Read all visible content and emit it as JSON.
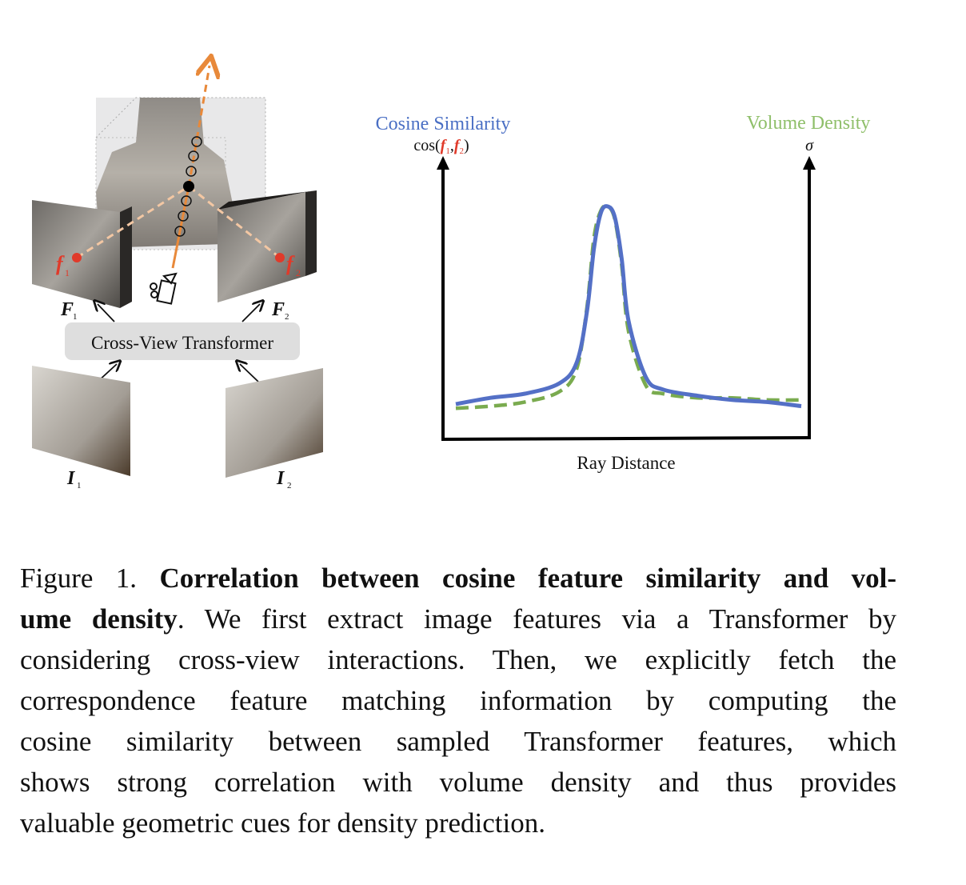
{
  "diagram": {
    "transformer_label": "Cross-View Transformer",
    "feature_map_1": "F",
    "feature_map_1_sub": "1",
    "feature_map_2": "F",
    "feature_map_2_sub": "2",
    "image_1": "I",
    "image_1_sub": "1",
    "image_2": "I",
    "image_2_sub": "2",
    "feature_1": "f",
    "feature_1_sub": "1",
    "feature_2": "f",
    "feature_2_sub": "2"
  },
  "chart_data": {
    "type": "line",
    "left_axis_title": "Cosine Similarity",
    "left_axis_formula_prefix": "cos(",
    "left_axis_formula_f1": "f",
    "left_axis_formula_sub1": "1",
    "left_axis_formula_comma": ",",
    "left_axis_formula_f2": "f",
    "left_axis_formula_sub2": "2",
    "left_axis_formula_suffix": ")",
    "right_axis_title": "Volume Density",
    "right_axis_symbol": "σ",
    "xlabel": "Ray Distance",
    "colors": {
      "cosine": "#5470c6",
      "density": "#7aab4f",
      "title_blue": "#4a6fc4",
      "title_green": "#8fbf6a",
      "accent_red": "#e03a2a",
      "ray_orange": "#e8893a"
    },
    "series": [
      {
        "name": "Cosine Similarity",
        "style": "solid",
        "x": [
          0,
          0.1,
          0.2,
          0.3,
          0.35,
          0.38,
          0.4,
          0.42,
          0.44,
          0.46,
          0.48,
          0.5,
          0.55,
          0.6,
          0.7,
          0.8,
          0.9,
          1.0
        ],
        "y": [
          0.05,
          0.08,
          0.1,
          0.15,
          0.25,
          0.5,
          0.8,
          0.97,
          1.0,
          0.95,
          0.75,
          0.45,
          0.18,
          0.12,
          0.09,
          0.07,
          0.06,
          0.04
        ]
      },
      {
        "name": "Volume Density",
        "style": "dashed",
        "x": [
          0,
          0.1,
          0.2,
          0.3,
          0.35,
          0.38,
          0.4,
          0.42,
          0.44,
          0.46,
          0.48,
          0.5,
          0.55,
          0.6,
          0.7,
          0.8,
          0.9,
          1.0
        ],
        "y": [
          0.03,
          0.04,
          0.06,
          0.11,
          0.22,
          0.52,
          0.85,
          0.98,
          1.0,
          0.94,
          0.72,
          0.4,
          0.14,
          0.1,
          0.08,
          0.08,
          0.07,
          0.07
        ]
      }
    ]
  },
  "caption": {
    "label": "Figure 1. ",
    "title_part1": "Correlation between cosine feature similarity and vol-",
    "title_part2": "ume density",
    "line2_rest": ". We first extract image features via a Transformer by",
    "line3": "considering cross-view interactions. Then, we explicitly fetch the",
    "line4": "correspondence feature matching information by computing the",
    "line5": "cosine similarity between sampled Transformer features, which",
    "line6": "shows strong correlation with volume density and thus provides",
    "line7": "valuable geometric cues for density prediction."
  }
}
